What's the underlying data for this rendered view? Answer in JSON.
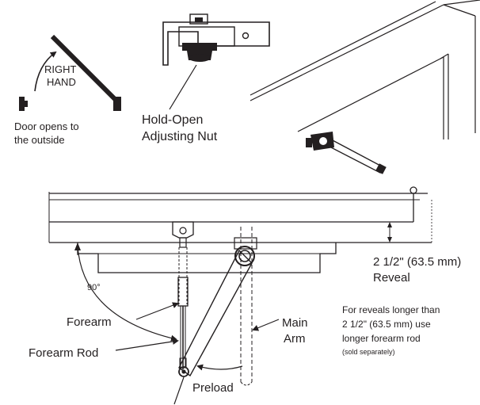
{
  "handing": {
    "title_line1": "RIGHT",
    "title_line2": "HAND",
    "note_line1": "Door opens to",
    "note_line2": "the outside"
  },
  "hold_open": {
    "label_line1": "Hold-Open",
    "label_line2": "Adjusting Nut"
  },
  "install": {
    "angle": "90°",
    "reveal_line1": "2 1/2\" (63.5 mm)",
    "reveal_line2": "Reveal",
    "note_line1": "For reveals longer than",
    "note_line2": "2 1/2\" (63.5 mm) use",
    "note_line3": "longer forearm rod",
    "note_line4": "(sold separately)"
  },
  "parts": {
    "forearm": "Forearm",
    "forearm_rod": "Forearm Rod",
    "main_arm_line1": "Main",
    "main_arm_line2": "Arm",
    "preload": "Preload"
  },
  "colors": {
    "ink": "#231f20",
    "background": "#ffffff"
  }
}
